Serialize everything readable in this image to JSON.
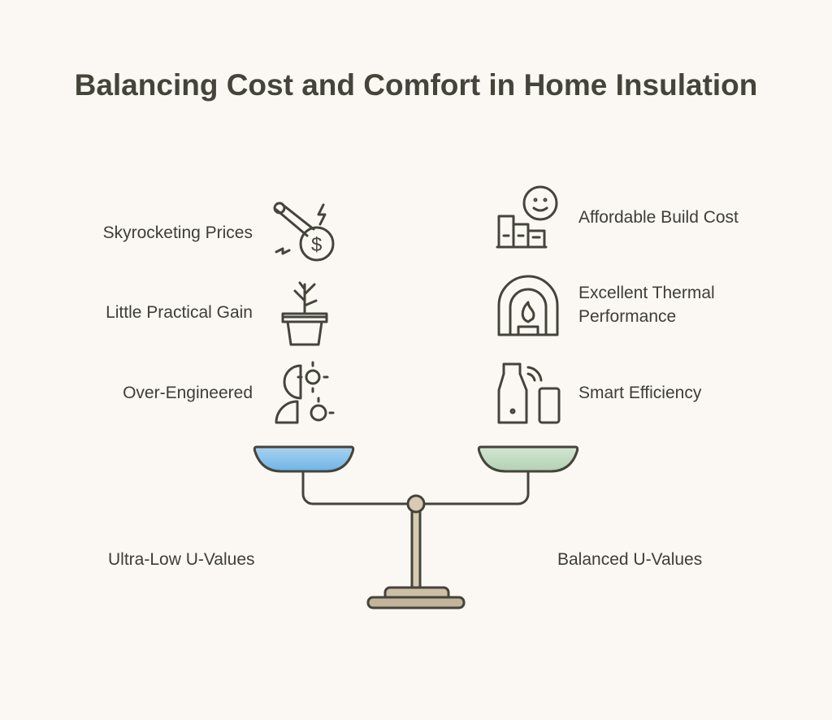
{
  "title": "Balancing Cost and Comfort in Home Insulation",
  "left": {
    "items": [
      {
        "label": "Skyrocketing Prices",
        "icon": "rocket-dollar-icon"
      },
      {
        "label": "Little Practical Gain",
        "icon": "potted-plant-icon"
      },
      {
        "label": "Over-Engineered",
        "icon": "head-gears-icon"
      }
    ],
    "base_label": "Ultra-Low U-Values",
    "pan_color": "#7dbde8"
  },
  "right": {
    "items": [
      {
        "label": "Affordable Build Cost",
        "icon": "building-smiley-icon"
      },
      {
        "label": "Excellent Thermal Performance",
        "icon": "fireplace-icon"
      },
      {
        "label": "Smart Efficiency",
        "icon": "smart-devices-icon"
      }
    ],
    "base_label": "Balanced U-Values",
    "pan_color": "#bcd8bd"
  },
  "scale_color": "#cbbfa6"
}
